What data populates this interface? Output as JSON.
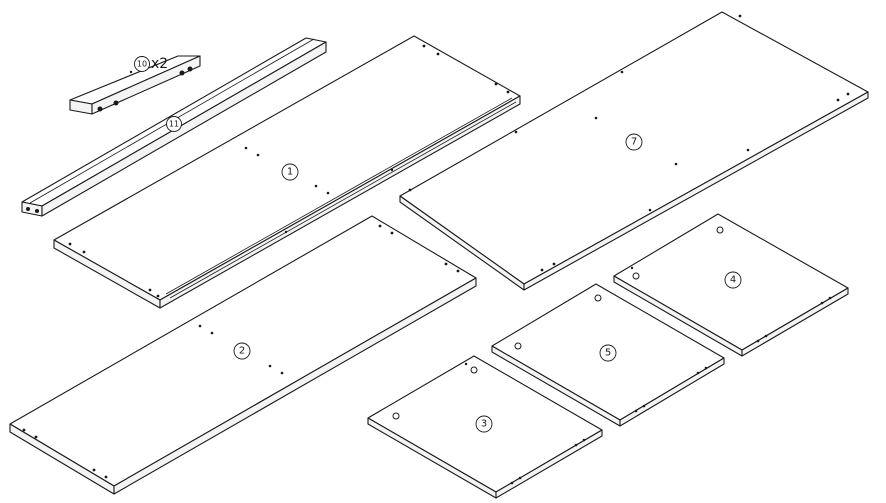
{
  "parts": [
    {
      "id": "part-1",
      "label": "1"
    },
    {
      "id": "part-2",
      "label": "2"
    },
    {
      "id": "part-3",
      "label": "3"
    },
    {
      "id": "part-4",
      "label": "4"
    },
    {
      "id": "part-5",
      "label": "5"
    },
    {
      "id": "part-7",
      "label": "7"
    },
    {
      "id": "part-10",
      "label": "10",
      "quantity": "x2"
    },
    {
      "id": "part-11",
      "label": "11"
    }
  ]
}
